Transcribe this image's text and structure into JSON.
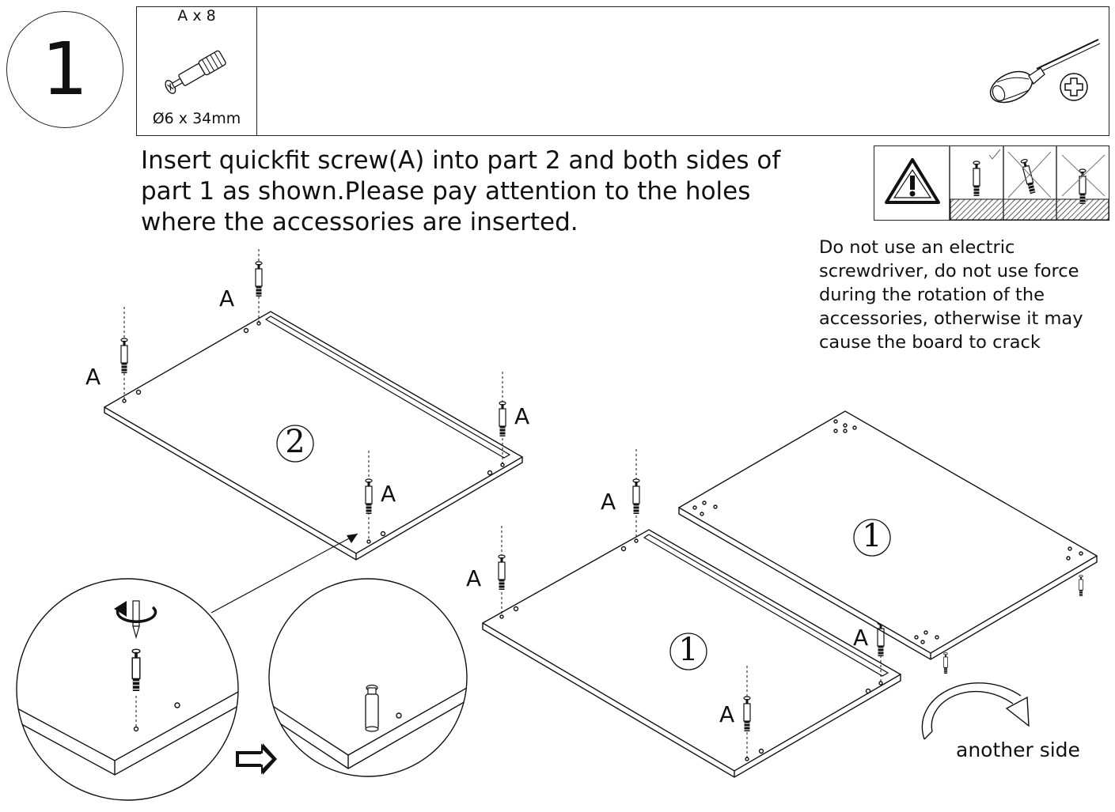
{
  "step": {
    "number": "1"
  },
  "parts": {
    "quantity": "A x 8",
    "size": "Ø6 x 34mm"
  },
  "instruction": {
    "lines": [
      "Insert quickfit screw(A) into part 2 and both sides of",
      "part 1 as shown.Please pay attention to the holes",
      "where the accessories are inserted."
    ]
  },
  "warning": {
    "lines": [
      "Do not use an electric",
      "screwdriver, do not use force",
      "during the rotation of the",
      "accessories, otherwise it may",
      "cause the board to crack"
    ]
  },
  "labels": {
    "screw": "A",
    "part1": "1",
    "part2": "2",
    "another_side": "another side"
  },
  "icons": [
    "screw-icon",
    "screwdriver-icon",
    "phillips-head-icon",
    "warning-triangle-icon",
    "rotate-arrow-icon",
    "next-arrow-icon",
    "flip-arrow-icon"
  ]
}
